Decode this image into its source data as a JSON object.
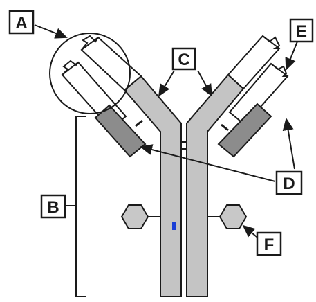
{
  "diagram": {
    "labels": {
      "A": "A",
      "B": "B",
      "C": "C",
      "D": "D",
      "E": "E",
      "F": "F"
    },
    "colors": {
      "heavy_chain": "#c4c4c4",
      "constant_light": "#8c8c8c",
      "variable_region": "#ffffff",
      "outline": "#1a1a1a",
      "carbohydrate": "#c8c8c8",
      "marker": "#1a3fd6",
      "watermark": "#d9d9d9"
    },
    "icons": {
      "antibody": "antibody-structure",
      "carbohydrate": "hexagon-icon",
      "antigen_site": "binding-site-notch"
    }
  }
}
